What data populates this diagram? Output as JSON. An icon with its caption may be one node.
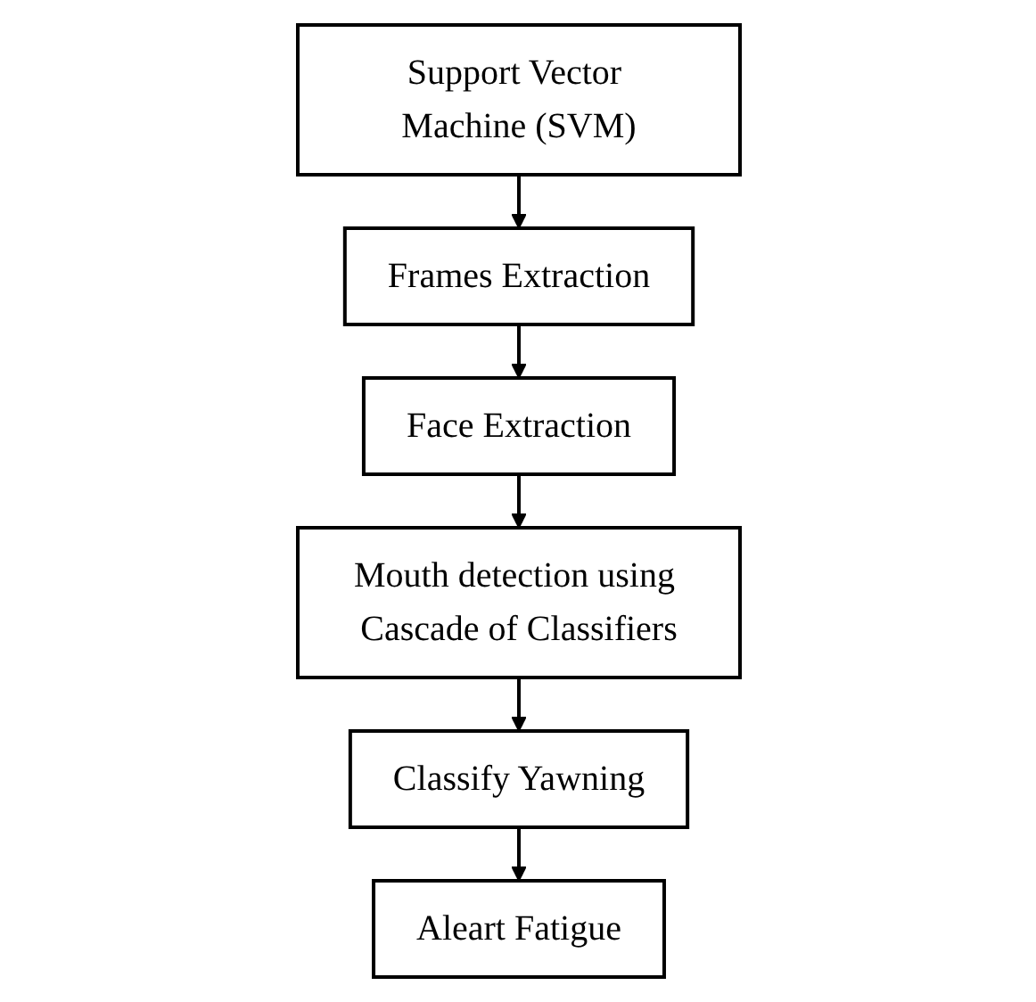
{
  "diagram": {
    "nodes": [
      {
        "text": [
          "Support Vector Machine (SVM)"
        ]
      },
      {
        "text": [
          "Frames Extraction"
        ]
      },
      {
        "text": [
          "Face Extraction"
        ]
      },
      {
        "text": [
          "Mouth detection using Cascade of Classifiers"
        ]
      },
      {
        "text": [
          "Classify Yawning"
        ]
      },
      {
        "text": [
          "Aleart Fatigue"
        ]
      }
    ],
    "edges": [
      {
        "from": 0,
        "to": 1,
        "arrow": "to"
      },
      {
        "from": 1,
        "to": 2,
        "arrow": "to"
      },
      {
        "from": 2,
        "to": 3,
        "arrow": "to"
      },
      {
        "from": 3,
        "to": 4,
        "arrow": "to"
      },
      {
        "from": 4,
        "to": 5,
        "arrow": "to"
      }
    ]
  }
}
